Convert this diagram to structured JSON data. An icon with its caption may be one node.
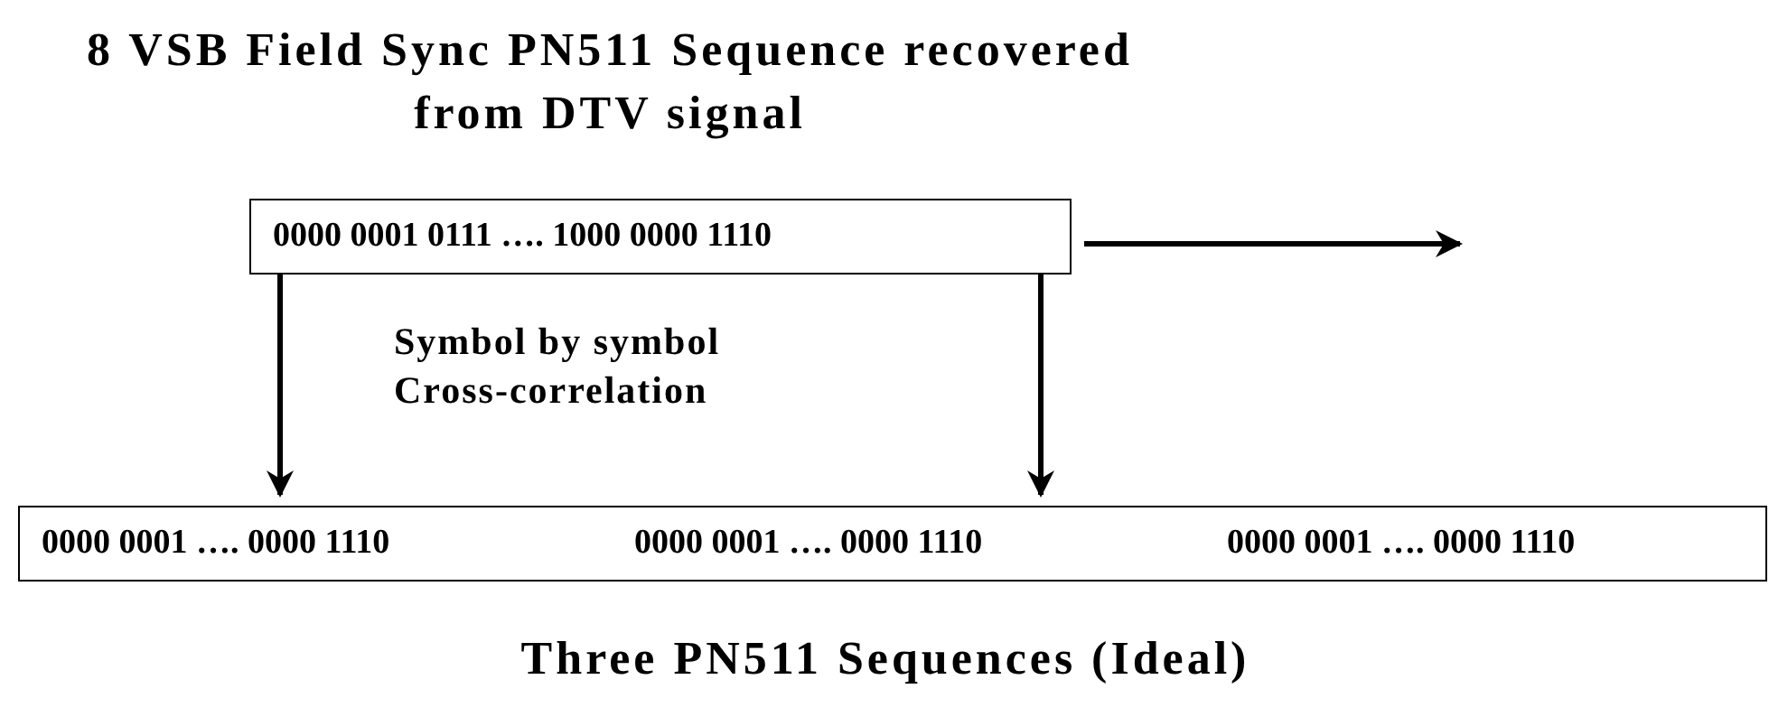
{
  "diagram": {
    "title": "8 VSB Field Sync PN511 Sequence recovered from DTV signal",
    "nodes": [
      {
        "text": [
          "0000 0001 0111 …. 1000 0000 1110"
        ]
      },
      {
        "text": [
          "0000 0001 …. 0000 1110",
          "0000 0001 …. 0000 1110",
          "0000 0001 …. 0000 1110"
        ]
      }
    ],
    "edges": [
      {
        "from": 0,
        "to": null,
        "arrow": "to"
      },
      {
        "from": 0,
        "to": 1,
        "arrow": "to"
      },
      {
        "from": 0,
        "to": 1,
        "arrow": "to"
      }
    ],
    "labels": [
      "Symbol by symbol Cross-correlation"
    ],
    "caption": "Three PN511 Sequences (Ideal)"
  }
}
